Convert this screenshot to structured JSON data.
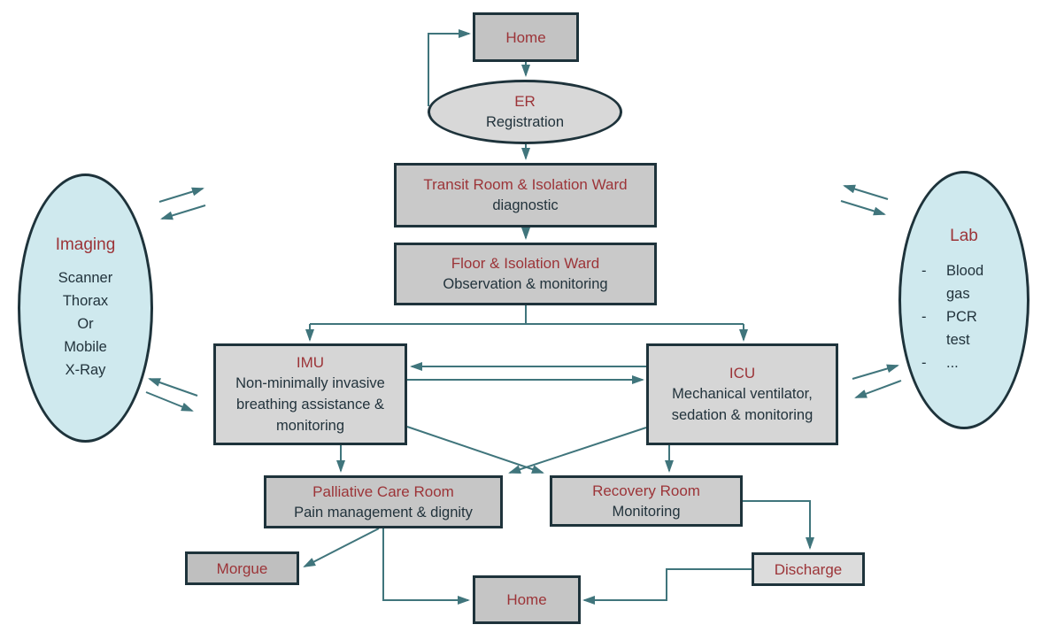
{
  "colors": {
    "background": "#ffffff",
    "border": "#1e333b",
    "line": "#40757c",
    "title_red": "#9c3438",
    "text_dark": "#22333c",
    "side_ellipse_fill": "#cfe9ee"
  },
  "diagram": {
    "nodes": {
      "home_top": {
        "title": "Home",
        "fill": "#c3c3c3"
      },
      "er": {
        "title": "ER",
        "subtitle": "Registration",
        "fill": "#d8d8d8"
      },
      "transit": {
        "title": "Transit Room & Isolation Ward",
        "subtitle": "diagnostic",
        "fill": "#c9c9c9"
      },
      "floor": {
        "title": "Floor & Isolation Ward",
        "subtitle": "Observation & monitoring",
        "fill": "#c9c9c9"
      },
      "imaging": {
        "title": "Imaging",
        "lines": [
          "Scanner",
          "Thorax",
          "Or",
          "Mobile",
          "X-Ray"
        ],
        "fill": "#cfe9ee"
      },
      "lab": {
        "title": "Lab",
        "bullet": "-",
        "items": [
          "Blood gas",
          "PCR test",
          "..."
        ],
        "fill": "#cfe9ee"
      },
      "imu": {
        "title": "IMU",
        "subtitle": "Non-minimally invasive breathing assistance & monitoring",
        "fill": "#d6d6d6"
      },
      "icu": {
        "title": "ICU",
        "subtitle": "Mechanical ventilator, sedation & monitoring",
        "fill": "#d6d6d6"
      },
      "palliative": {
        "title": "Palliative Care Room",
        "subtitle": "Pain management & dignity",
        "fill": "#c6c6c6"
      },
      "recovery": {
        "title": "Recovery Room",
        "subtitle": "Monitoring",
        "fill": "#cdcdcd"
      },
      "morgue": {
        "title": "Morgue",
        "fill": "#bfbfbf"
      },
      "discharge": {
        "title": "Discharge",
        "fill": "#dcdcdc"
      },
      "home_bottom": {
        "title": "Home",
        "fill": "#c5c5c5"
      }
    }
  }
}
